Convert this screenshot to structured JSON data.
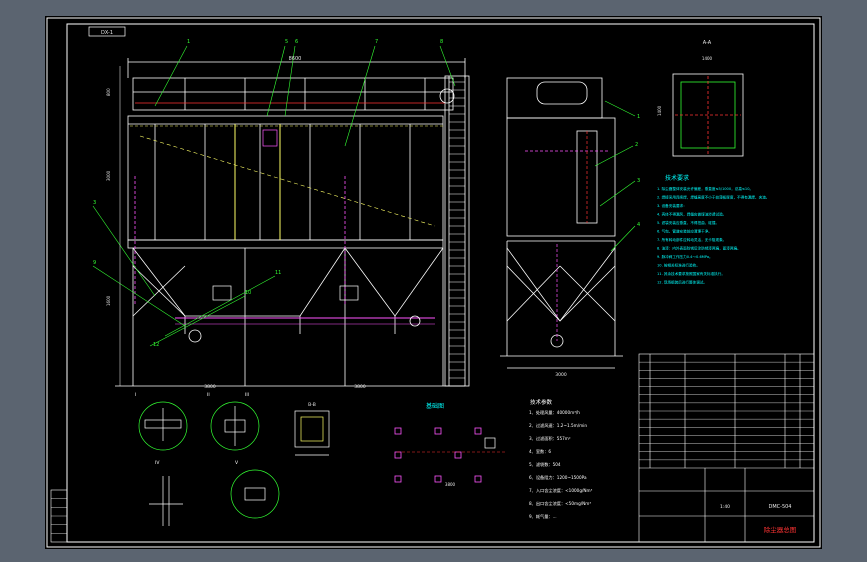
{
  "drawing": {
    "background_color": "#000000",
    "viewport_color": "#5b6470",
    "line_color": "#ffffff",
    "accent_colors": {
      "cyan": "#00ffff",
      "yellow": "#ffff66",
      "magenta": "#ff55ff",
      "red": "#ff3333",
      "green": "#33ff33"
    }
  },
  "front_view": {
    "header_tag": "DX-1",
    "dim_top": "8600",
    "dim_bottom_left": "3800",
    "dim_bottom_right": "3800",
    "left_dims": [
      "800",
      "3000",
      "1600"
    ],
    "callouts": [
      "1",
      "5",
      "6",
      "7",
      "8",
      "3",
      "9",
      "10",
      "11",
      "12"
    ]
  },
  "side_view": {
    "dim_bottom": "3000",
    "callouts": [
      "1",
      "2",
      "3",
      "4"
    ]
  },
  "top_detail": {
    "title": "A-A",
    "dim_top": "1400",
    "dim_side": "1400"
  },
  "tech_notes": {
    "title": "技术要求",
    "lines": [
      "1. 除尘器整体安装允许偏差，垂直度≤5/1000，总高≤10。",
      "2. 焊接采用连续焊，焊缝高度不小于较薄板厚度，不得有漏焊、夹渣。",
      "3. 设备安装要求：",
      "4. 壳体不得漏风，焊缝应做煤油渗透试验。",
      "5. 滤袋安装应垂直，不得扭曲、碰撞。",
      "6. 气包、管道安装前应清理干净。",
      "7. 所有转动部件应转动灵活，无卡阻现象。",
      "8. 油漆：内外表面除锈后涂防锈漆两遍，面漆两遍。",
      "9. 脉冲阀工作压力0.4～0.6MPa。",
      "10. 按相关标准进行验收。",
      "11. 其余技术要求按照国家有关标准执行。",
      "12. 现场组装后进行整体调试。"
    ]
  },
  "params": {
    "title": "技术参数",
    "items": [
      "1、处理风量：40000m³/h",
      "2、过滤风速：1.2~1.5m/min",
      "3、过滤面积：557m²",
      "4、室数：6",
      "5、滤袋数：504",
      "6、设备阻力：1200~1500Pa",
      "7、入口含尘浓度：<1000g/Nm³",
      "8、出口含尘浓度：<50mg/Nm³",
      "9、耗气量：..."
    ]
  },
  "foundation": {
    "title": "基础图",
    "dim": "3800"
  },
  "details": {
    "labels": [
      "I",
      "II",
      "III",
      "IV",
      "V"
    ],
    "section_label": "B-B"
  },
  "title_block": {
    "drawing_title": "除尘器总图",
    "drawing_no": "DMC-504",
    "scale": "1:40",
    "rows": 14
  },
  "left_stamp": {
    "rows": 6
  }
}
